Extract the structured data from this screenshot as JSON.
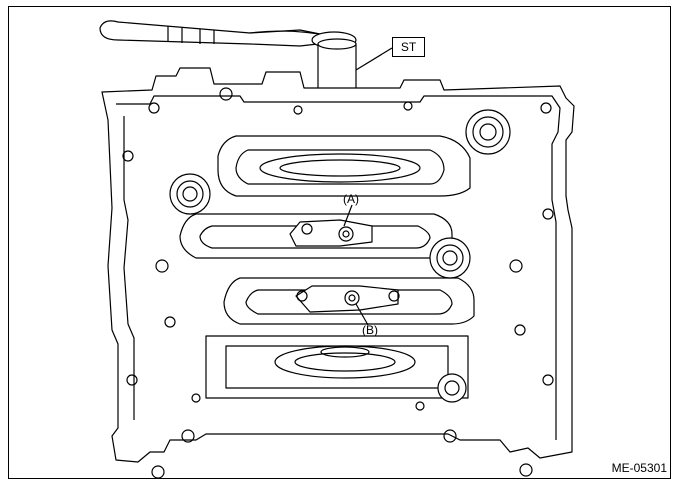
{
  "labels": {
    "special_tool": "ST",
    "callout_a": "(A)",
    "callout_b": "(B)"
  },
  "figure_code": "ME-05301",
  "colors": {
    "line": "#000000",
    "background": "#ffffff"
  }
}
